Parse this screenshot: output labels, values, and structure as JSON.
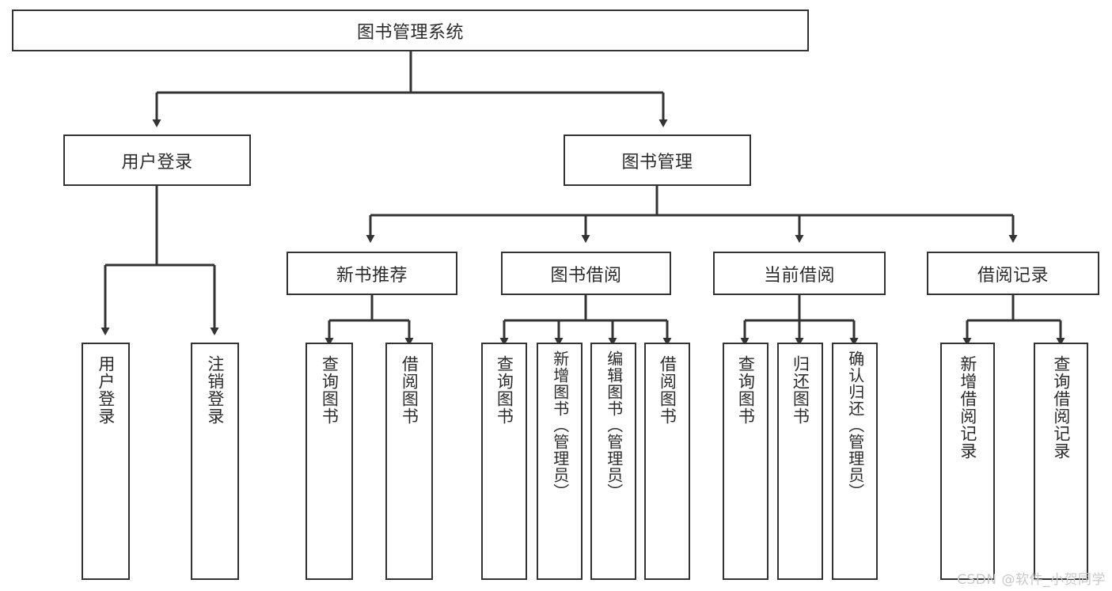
{
  "diagram": {
    "title": "图书管理系统",
    "type": "tree-hierarchy-chart",
    "root": {
      "id": "root",
      "label": "图书管理系统"
    },
    "level1": [
      {
        "id": "user-login",
        "label": "用户登录"
      },
      {
        "id": "book-management",
        "label": "图书管理"
      }
    ],
    "level2": [
      {
        "id": "new-book-recommend",
        "label": "新书推荐"
      },
      {
        "id": "book-borrow",
        "label": "图书借阅"
      },
      {
        "id": "current-borrow",
        "label": "当前借阅"
      },
      {
        "id": "borrow-record",
        "label": "借阅记录"
      }
    ],
    "leaves": {
      "user_login": [
        {
          "id": "leaf-user-login",
          "label": "用户登录"
        },
        {
          "id": "leaf-logout-login",
          "label": "注销登录"
        }
      ],
      "new_book_recommend": [
        {
          "id": "leaf-query-book-1",
          "label": "查询图书"
        },
        {
          "id": "leaf-borrow-book-1",
          "label": "借阅图书"
        }
      ],
      "book_borrow": [
        {
          "id": "leaf-query-book-2",
          "label": "查询图书"
        },
        {
          "id": "leaf-add-book",
          "label": "新增图书（管理员）"
        },
        {
          "id": "leaf-edit-book",
          "label": "编辑图书（管理员）"
        },
        {
          "id": "leaf-borrow-book-2",
          "label": "借阅图书"
        }
      ],
      "current_borrow": [
        {
          "id": "leaf-query-book-3",
          "label": "查询图书"
        },
        {
          "id": "leaf-return-book",
          "label": "归还图书"
        },
        {
          "id": "leaf-confirm-return",
          "label": "确认归还（管理员）"
        }
      ],
      "borrow_record": [
        {
          "id": "leaf-add-record",
          "label": "新增借阅记录"
        },
        {
          "id": "leaf-query-record",
          "label": "查询借阅记录"
        }
      ]
    }
  },
  "watermark": {
    "text": "CSDN @软件_小贺同学"
  },
  "colors": {
    "stroke": "#333333",
    "text": "#2b2b2b",
    "background": "#ffffff",
    "watermark": "#c9c9c9"
  }
}
